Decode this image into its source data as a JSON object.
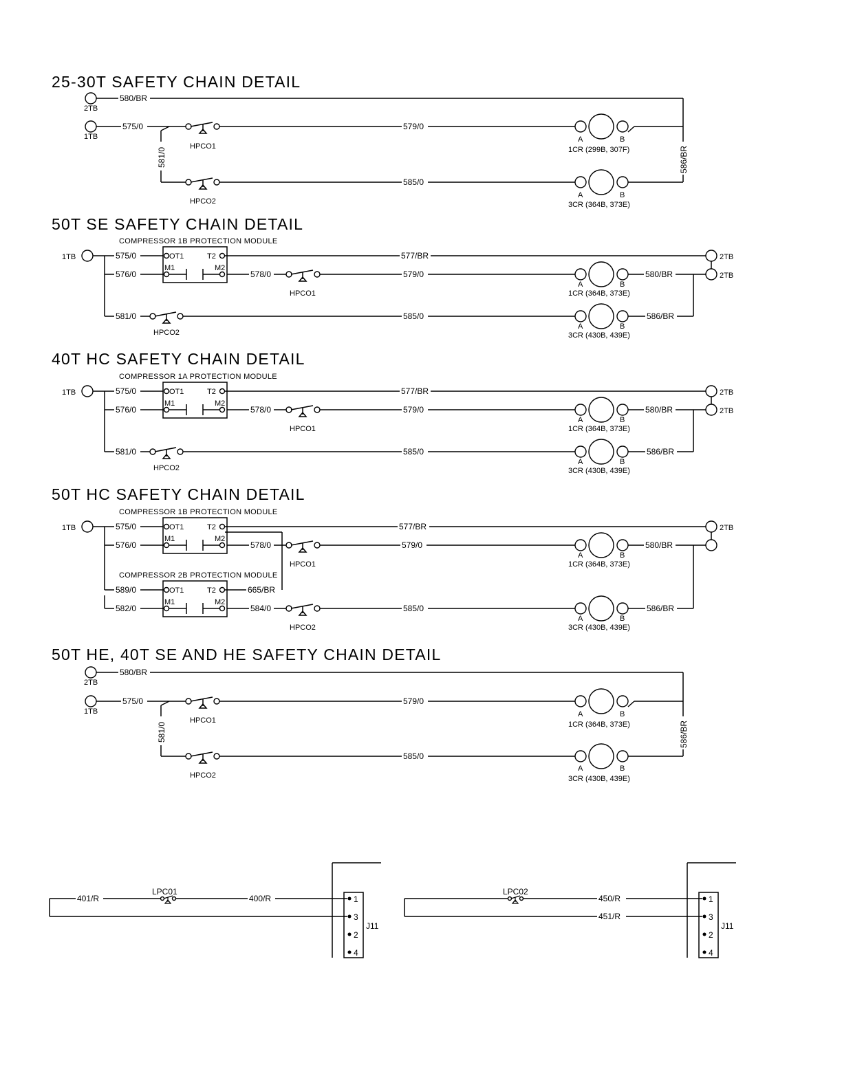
{
  "sections": [
    {
      "title": "25-30T  SAFETY  CHAIN  DETAIL",
      "wires": [
        "580/BR",
        "575/0",
        "579/0",
        "581/0",
        "585/0",
        "586/BR"
      ],
      "terminals": [
        "2TB",
        "1TB"
      ],
      "switches": [
        "HPCO1",
        "HPCO2"
      ],
      "relays": [
        {
          "a": "A",
          "b": "B",
          "label": "1CR (299B, 307F)"
        },
        {
          "a": "A",
          "b": "B",
          "label": "3CR (364B, 373E)"
        }
      ]
    },
    {
      "title": "50T  SE  SAFETY  CHAIN  DETAIL",
      "module": "COMPRESSOR  1B  PROTECTION  MODULE",
      "wires": [
        "575/0",
        "576/0",
        "577/BR",
        "578/0",
        "579/0",
        "580/BR",
        "581/0",
        "585/0",
        "586/BR"
      ],
      "terminals": [
        "1TB",
        "2TB",
        "2TB"
      ],
      "switches": [
        "HPCO1",
        "HPCO2"
      ],
      "module_pins": [
        "OT1",
        "T2",
        "M1",
        "M2"
      ],
      "relays": [
        {
          "a": "A",
          "b": "B",
          "label": "1CR (364B, 373E)"
        },
        {
          "a": "A",
          "b": "B",
          "label": "3CR (430B, 439E)"
        }
      ]
    },
    {
      "title": "40T  HC  SAFETY  CHAIN  DETAIL",
      "module": "COMPRESSOR  1A  PROTECTION  MODULE",
      "wires": [
        "575/0",
        "576/0",
        "577/BR",
        "578/0",
        "579/0",
        "580/BR",
        "581/0",
        "585/0",
        "586/BR"
      ],
      "terminals": [
        "1TB",
        "2TB",
        "2TB"
      ],
      "switches": [
        "HPCO1",
        "HPCO2"
      ],
      "module_pins": [
        "OT1",
        "T2",
        "M1",
        "M2"
      ],
      "relays": [
        {
          "a": "A",
          "b": "B",
          "label": "1CR (364B, 373E)"
        },
        {
          "a": "A",
          "b": "B",
          "label": "3CR (430B, 439E)"
        }
      ]
    },
    {
      "title": "50T  HC  SAFETY  CHAIN  DETAIL",
      "module": "COMPRESSOR  1B  PROTECTION  MODULE",
      "module2": "COMPRESSOR  2B  PROTECTION  MODULE",
      "wires": [
        "575/0",
        "576/0",
        "577/BR",
        "578/0",
        "579/0",
        "580/BR",
        "589/0",
        "665/BR",
        "582/0",
        "584/0",
        "585/0",
        "586/BR"
      ],
      "terminals": [
        "1TB",
        "2TB"
      ],
      "switches": [
        "HPCO1",
        "HPCO2"
      ],
      "module_pins": [
        "OT1",
        "T2",
        "M1",
        "M2"
      ],
      "relays": [
        {
          "a": "A",
          "b": "B",
          "label": "1CR (364B, 373E)"
        },
        {
          "a": "A",
          "b": "B",
          "label": "3CR (430B, 439E)"
        }
      ]
    },
    {
      "title": "50T HE,  40T  SE  AND  HE   SAFETY  CHAIN  DETAIL",
      "wires": [
        "580/BR",
        "575/0",
        "579/0",
        "581/0",
        "585/0",
        "586/BR"
      ],
      "terminals": [
        "2TB",
        "1TB"
      ],
      "switches": [
        "HPCO1",
        "HPCO2"
      ],
      "relays": [
        {
          "a": "A",
          "b": "B",
          "label": "1CR (364B, 373E)"
        },
        {
          "a": "A",
          "b": "B",
          "label": "3CR (430B, 439E)"
        }
      ]
    }
  ],
  "lpc": [
    {
      "switch": "LPC01",
      "wires": [
        "401/R",
        "400/R"
      ],
      "connector": "J11",
      "pins": [
        "1",
        "3",
        "2",
        "4"
      ]
    },
    {
      "switch": "LPC02",
      "wires": [
        "450/R",
        "451/R"
      ],
      "connector": "J11",
      "pins": [
        "1",
        "3",
        "2",
        "4"
      ]
    }
  ]
}
